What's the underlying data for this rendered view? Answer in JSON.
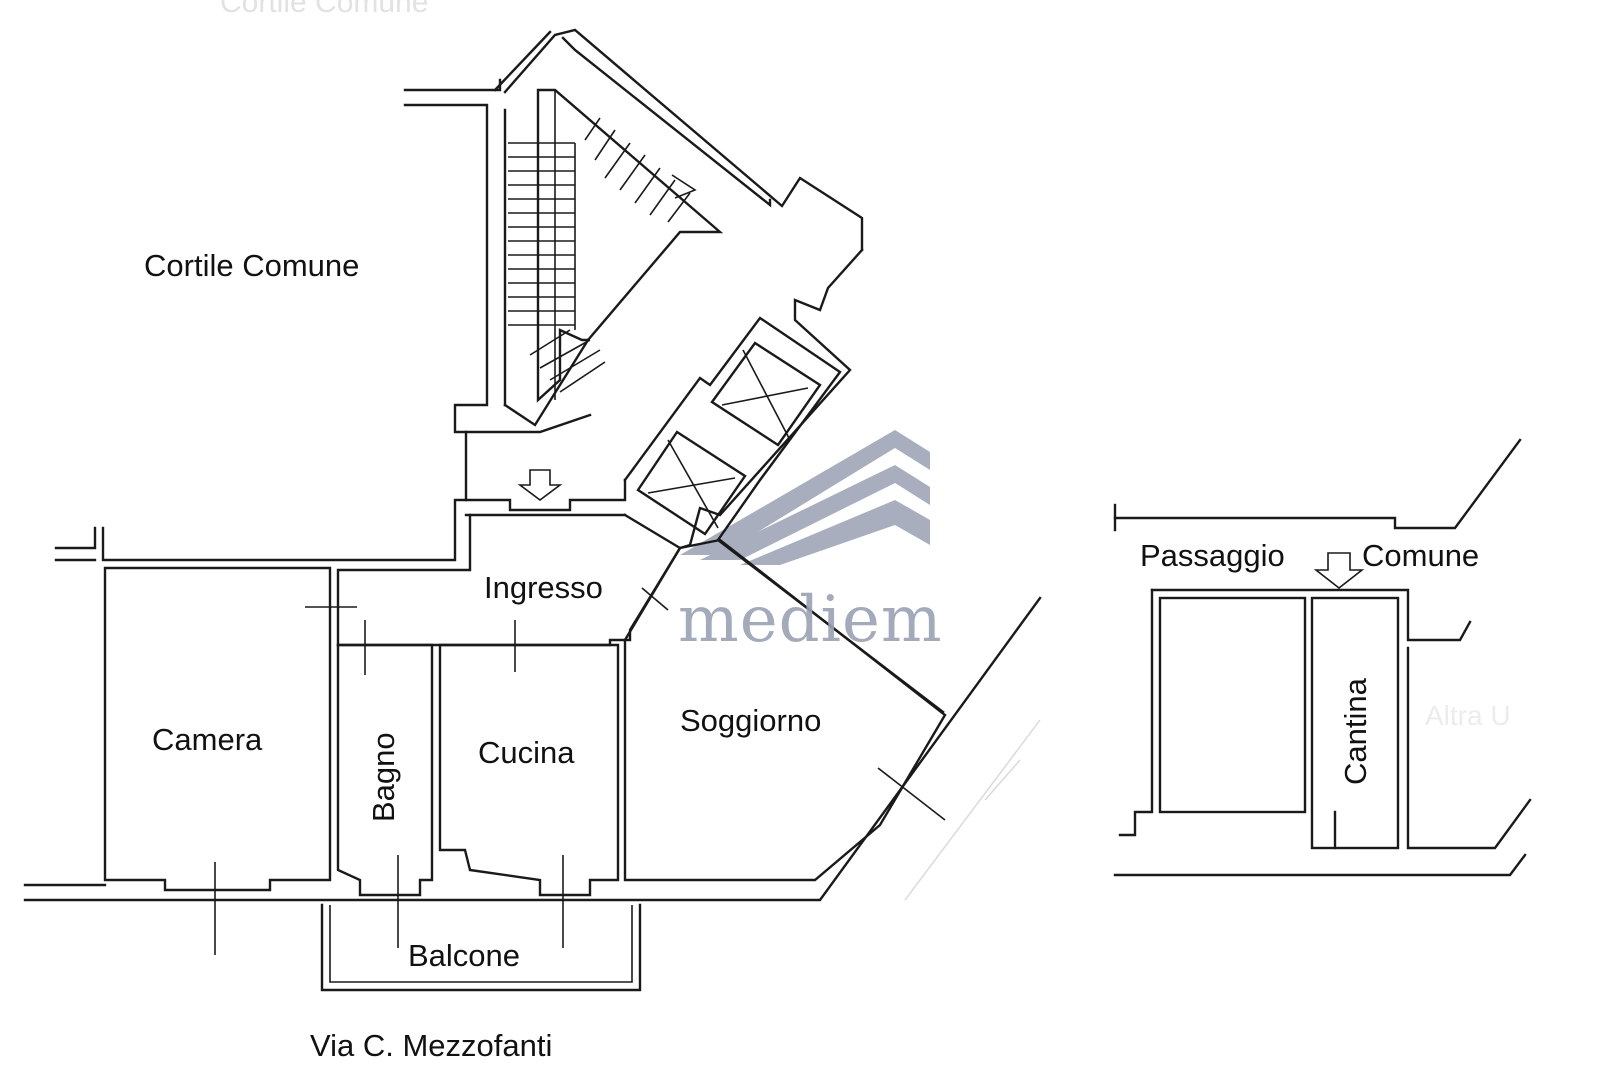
{
  "rooms": {
    "cortile": "Cortile Comune",
    "ingresso": "Ingresso",
    "camera": "Camera",
    "bagno": "Bagno",
    "cucina": "Cucina",
    "soggiorno": "Soggiorno",
    "balcone": "Balcone",
    "passaggio": "Passaggio",
    "comune": "Comune",
    "cantina": "Cantina"
  },
  "street": "Via C. Mezzofanti",
  "watermark": {
    "brand": "mediem",
    "color": "#9aa1b2"
  },
  "icons": [
    "entrance-arrow-icon",
    "elevator-icon",
    "stair-arrow-icon",
    "roof-logo-icon"
  ]
}
